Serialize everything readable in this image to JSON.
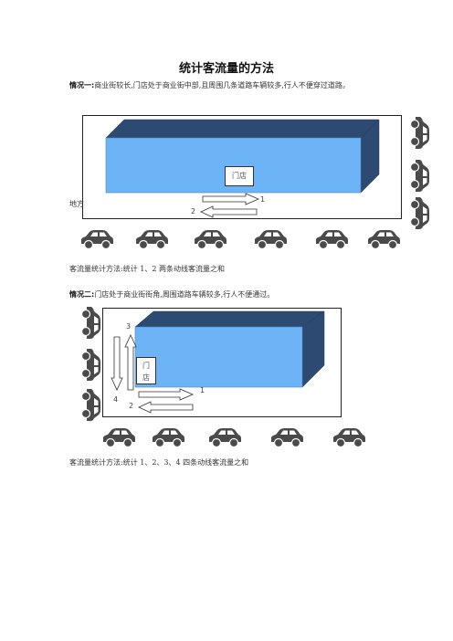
{
  "doc": {
    "title": "统计客流量的方法",
    "case1": {
      "label": "情况一:",
      "desc": "商业街较长,门店处于商业街中部,且周围几条道路车辆较多,行人不便穿过道路。",
      "side_label": "地方",
      "store_label": "门店",
      "lines": [
        "1",
        "2"
      ],
      "summary": "客流量统计方法:统计 1、2 两条动线客流量之和"
    },
    "case2": {
      "label": "情况二:",
      "desc": "门店处于商业街街角,周围道路车辆较多,行人不便通过。",
      "store_label_top": "门",
      "store_label_bottom": "店",
      "lines": [
        "1",
        "2",
        "3",
        "4"
      ],
      "summary": "客流量统计方法:统计 1、2、3、4 四条动线客流量之和"
    }
  },
  "colors": {
    "building_front": "#6cb4f5",
    "building_side": "#2d4a73",
    "car": "#4a4a4a"
  },
  "icons": [
    "car-icon",
    "arrow-right-icon",
    "arrow-left-icon",
    "arrow-up-icon",
    "arrow-down-icon"
  ]
}
